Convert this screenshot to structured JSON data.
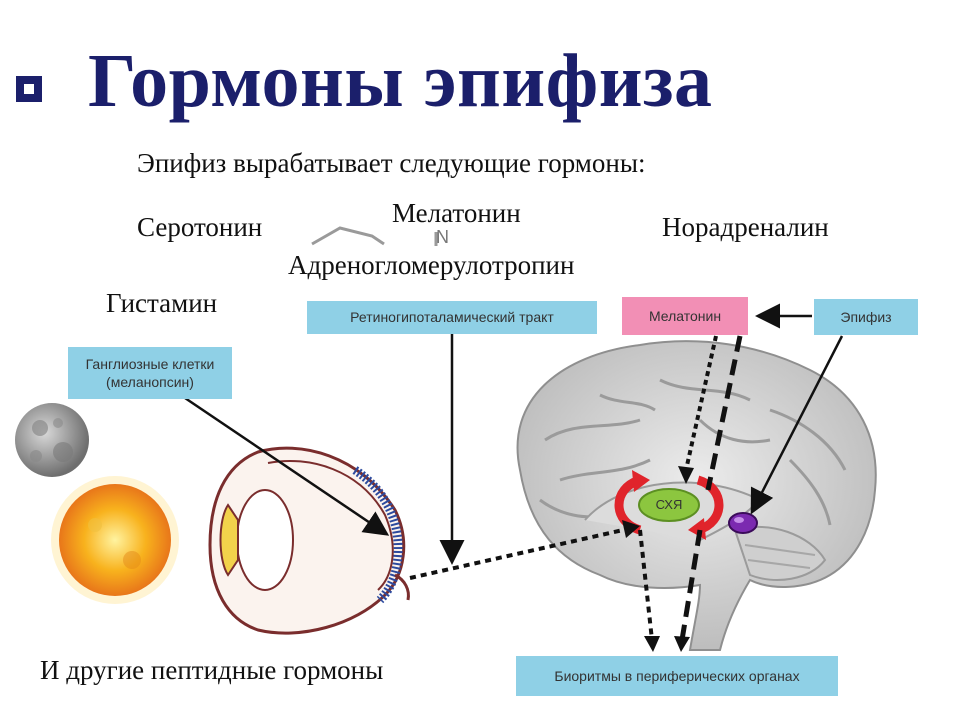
{
  "title": "Гормоны эпифиза",
  "subtitle": "Эпифиз вырабатывает следующие гормоны:",
  "hormones": {
    "serotonin": "Серотонин",
    "melatonin": "Мелатонин",
    "noradrenaline": "Норадреналин",
    "adrenoglomerulotropin": "Адреногломерулотропин",
    "histamine": "Гистамин",
    "other": "И другие пептидные гормоны"
  },
  "diagram": {
    "ganglion_cells_line1": "Ганглиозные клетки",
    "ganglion_cells_line2": "(меланопсин)",
    "retino_tract": "Ретиногипоталамический тракт",
    "melatonin_box": "Мелатонин",
    "epiphysis_box": "Эпифиз",
    "scn_label": "СХЯ",
    "biorhythms_box": "Биоритмы в периферических органах",
    "molecule_n": "N"
  },
  "colors": {
    "title": "#1b1f6b",
    "box_blue": "#8fd0e6",
    "box_pink": "#f28fb5",
    "scn_green": "#8cc63f",
    "red_arrows": "#e0242b",
    "pineal_purple": "#7b2ab0",
    "sun": "#f6a51b",
    "moon": "#9a9a9a"
  }
}
